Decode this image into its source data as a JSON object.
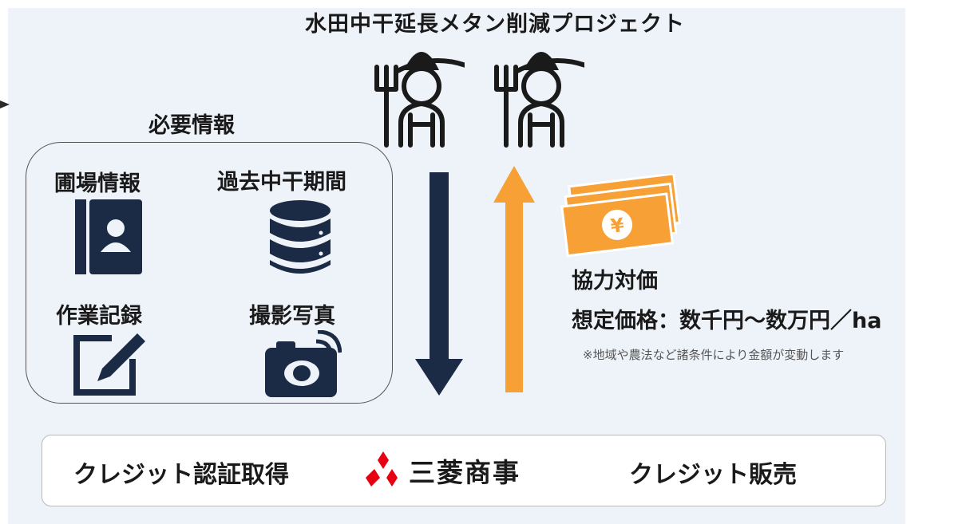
{
  "project_title": "水田中干延長メタン削減プロジェクト",
  "required_info": {
    "title": "必要情報",
    "items": [
      {
        "label": "圃場情報",
        "icon": "contact-book-icon"
      },
      {
        "label": "過去中干期間",
        "icon": "database-icon"
      },
      {
        "label": "作業記録",
        "icon": "edit-icon"
      },
      {
        "label": "撮影写真",
        "icon": "camera-icon"
      }
    ]
  },
  "reward": {
    "title": "協力対価",
    "price": "想定価格：数千円～数万円／ha",
    "note": "※地域や農法など諸条件により金額が変動します",
    "icon": "yen-banknotes-icon"
  },
  "bottom": {
    "credit_certification": "クレジット認証取得",
    "company": "三菱商事",
    "credit_sale": "クレジット販売",
    "logo": "three-diamonds-logo"
  },
  "colors": {
    "panel_bg": "#eef3f9",
    "navy": "#1c2b45",
    "orange": "#f7a035",
    "logo_red": "#e60012"
  }
}
